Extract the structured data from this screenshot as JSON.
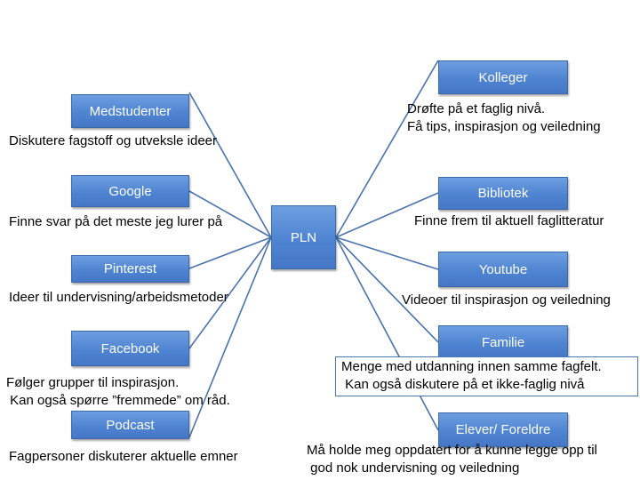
{
  "center": {
    "label": "PLN"
  },
  "left_nodes": [
    {
      "label": "Medstudenter",
      "desc": [
        "Diskutere fagstoff og utveksle ideer"
      ]
    },
    {
      "label": "Google",
      "desc": [
        "Finne svar på det meste jeg lurer på"
      ]
    },
    {
      "label": "Pinterest",
      "desc": [
        "Ideer til undervisning/arbeidsmetoder"
      ]
    },
    {
      "label": "Facebook",
      "desc": [
        "Følger grupper til inspirasjon.",
        " Kan også spørre ”fremmede” om råd."
      ]
    },
    {
      "label": "Podcast",
      "desc": [
        "Fagpersoner diskuterer aktuelle emner"
      ]
    }
  ],
  "right_nodes": [
    {
      "label": "Kolleger",
      "desc": [
        "Drøfte på et faglig nivå.",
        "Få tips, inspirasjon og veiledning"
      ]
    },
    {
      "label": "Bibliotek",
      "desc": [
        "Finne frem til aktuell faglitteratur"
      ]
    },
    {
      "label": "Youtube",
      "desc": [
        "Videoer til inspirasjon og veiledning"
      ]
    },
    {
      "label": "Familie",
      "desc": [
        "Menge med utdanning innen samme fagfelt.",
        " Kan også diskutere på et ikke-faglig nivå"
      ]
    },
    {
      "label": "Elever/ Foreldre",
      "desc": [
        "Må holde meg oppdatert for å kunne legge opp til",
        " god nok undervisning og veiledning"
      ]
    }
  ],
  "colors": {
    "node_fill": "#4f84d2",
    "line": "#4a72ad",
    "text": "#000000"
  }
}
